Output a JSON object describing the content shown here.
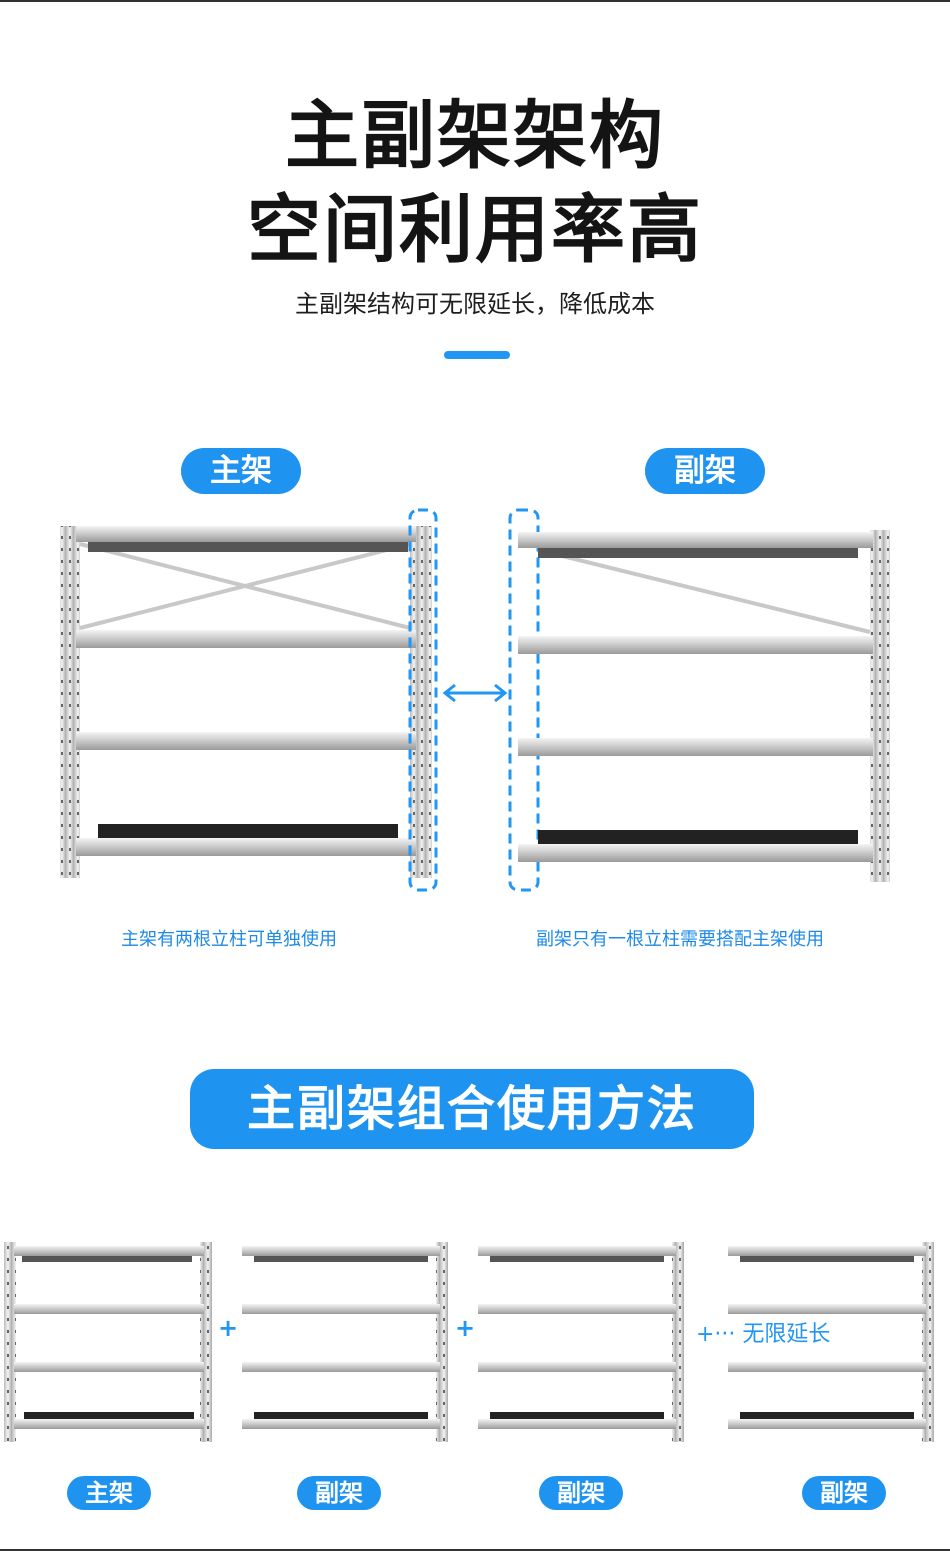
{
  "hero": {
    "title_line1": "主副架架构",
    "title_line2": "空间利用率高",
    "subtitle": "主副架结构可无限延长，降低成本"
  },
  "comparison": {
    "main_label": "主架",
    "sub_label": "副架",
    "main_caption": "主架有两根立柱可单独使用",
    "sub_caption": "副架只有一根立柱需要搭配主架使用"
  },
  "method": {
    "section_title": "主副架组合使用方法",
    "items": [
      {
        "label": "主架"
      },
      {
        "label": "副架"
      },
      {
        "label": "副架"
      },
      {
        "label": "副架"
      }
    ],
    "plus_sign": "+",
    "extend_text": "+··· 无限延长"
  },
  "colors": {
    "accent": "#2196f3",
    "pill": "#1f93f0",
    "text": "#141414"
  }
}
